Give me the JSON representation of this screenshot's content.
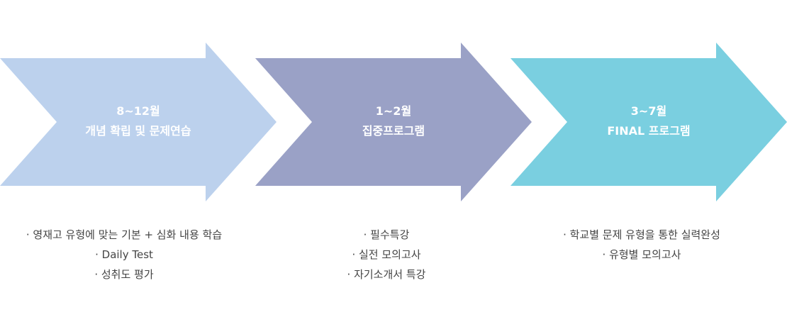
{
  "colors": {
    "stage1": "#bcd1ed",
    "stage2": "#9aa1c6",
    "stage3": "#7acfe0"
  },
  "stages": [
    {
      "period": "8~12월",
      "title": "개념 확립 및 문제연습",
      "bullets": [
        "영재고 유형에 맞는 기본 + 심화 내용 학습",
        "Daily Test",
        "성취도 평가"
      ]
    },
    {
      "period": "1~2월",
      "title": "집중프로그램",
      "bullets": [
        "필수특강",
        "실전 모의고사",
        "자기소개서 특강"
      ]
    },
    {
      "period": "3~7월",
      "title": "FINAL 프로그램",
      "bullets": [
        "학교별 문제 유형을 통한 실력완성",
        "유형별 모의고사"
      ]
    }
  ]
}
